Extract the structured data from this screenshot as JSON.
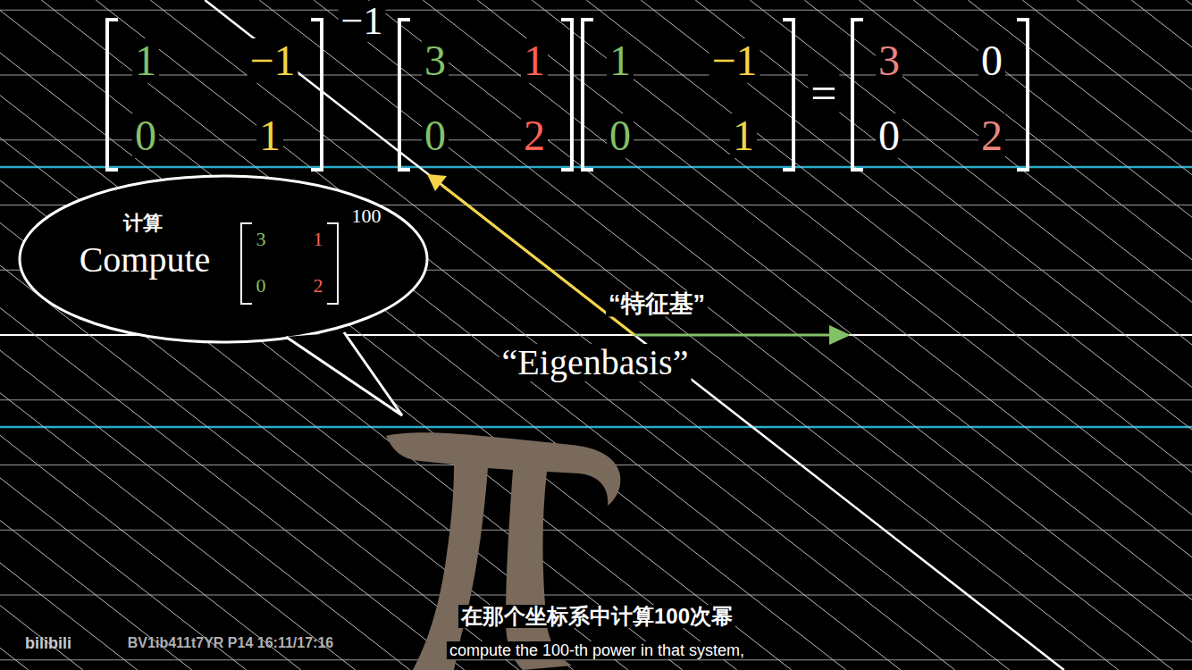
{
  "diagram": {
    "nodes": [
      {
        "text": [
          "计算",
          "Compute",
          "3",
          "1",
          "0",
          "2",
          "100"
        ]
      }
    ],
    "labels": [
      "1",
      "−1",
      "0",
      "1",
      "−1",
      "3",
      "1",
      "0",
      "2",
      "1",
      "−1",
      "0",
      "1",
      "=",
      "3",
      "0",
      "0",
      "2",
      "“特征基”",
      "“Eigenbasis”",
      "在那个坐标系中计算100次幂",
      "compute the 100-th power in that system,",
      "bilibili",
      "BV1ib411t7YR P14 16:11/17:16"
    ]
  }
}
